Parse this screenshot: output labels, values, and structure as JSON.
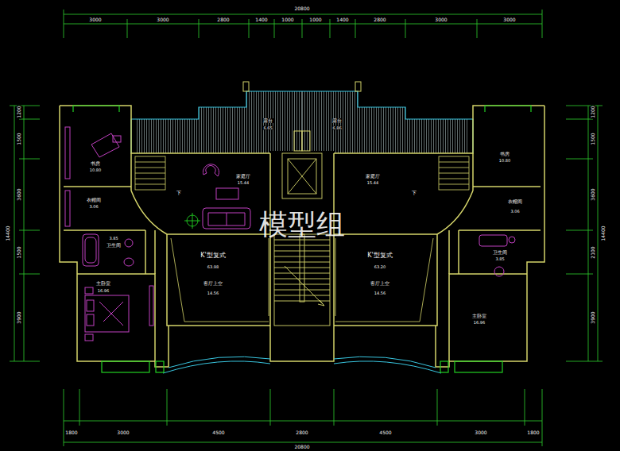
{
  "diagram": {
    "labels": [
      "20800",
      "3000",
      "3000",
      "2800",
      "1400",
      "1000",
      "1000",
      "1400",
      "2800",
      "3000",
      "3000",
      "露台",
      "6.65",
      "露台",
      "6.86",
      "书房",
      "10.80",
      "家庭厅",
      "15.44",
      "下",
      "衣帽间",
      "3.06",
      "3.85",
      "卫生间",
      "主卧室",
      "16.96",
      "K'型复式",
      "63.98",
      "客厅上空",
      "14.56",
      "书房",
      "10.80",
      "家庭厅",
      "15.44",
      "下",
      "衣帽间",
      "3.06",
      "卫生间",
      "3.85",
      "K'型复式",
      "63.20",
      "客厅上空",
      "14.56",
      "主卧室",
      "16.96",
      "1800",
      "3000",
      "4500",
      "2800",
      "4500",
      "3000",
      "1800",
      "20800",
      "1200",
      "1500",
      "3600",
      "1500",
      "3900",
      "14400",
      "1200",
      "1500",
      "3600",
      "2100",
      "3900",
      "14400",
      "模型组"
    ]
  }
}
